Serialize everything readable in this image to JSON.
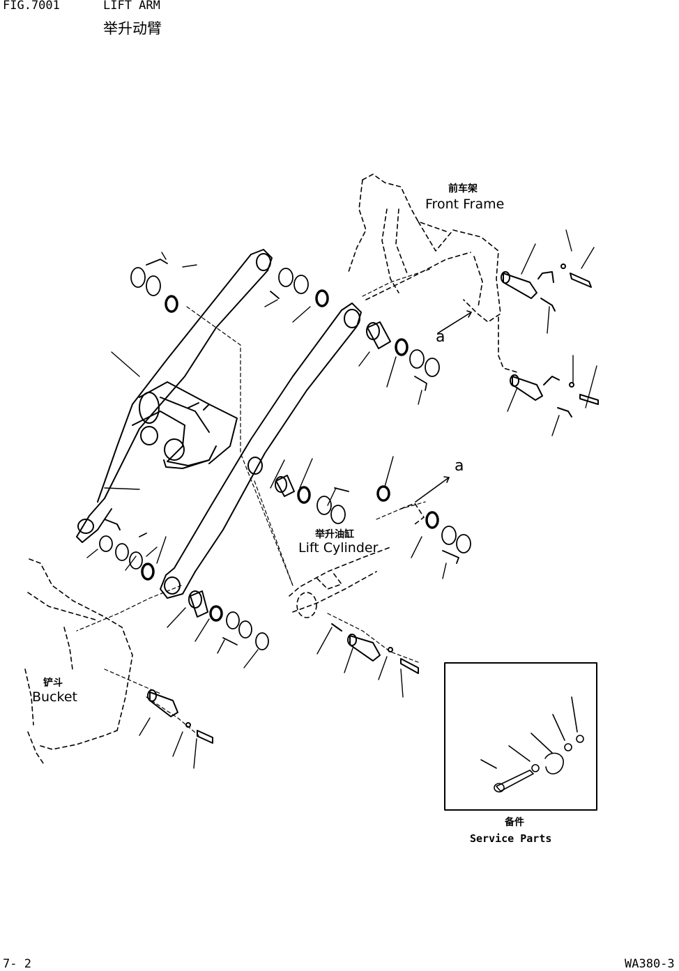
{
  "header": {
    "fig_number": "FIG.7001",
    "title": "LIFT ARM",
    "title_cn": "举升动臂"
  },
  "labels": {
    "front_frame_cn": "前车架",
    "front_frame_en": "Front Frame",
    "lift_cylinder_cn": "举升油缸",
    "lift_cylinder_en": "Lift Cylinder",
    "bucket_cn": "铲斗",
    "bucket_en": "Bucket",
    "service_parts_cn": "备件",
    "service_parts_en": "Service Parts",
    "ref_mark": "a"
  },
  "footer": {
    "page": "7- 2",
    "model": "WA380-3"
  }
}
